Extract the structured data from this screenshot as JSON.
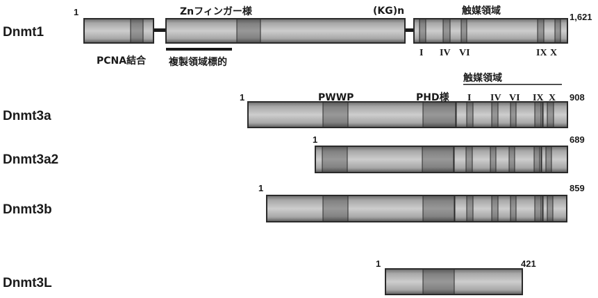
{
  "figure": {
    "proteins": [
      {
        "name": "Dnmt1",
        "start_label": "1",
        "end_label": "1,621",
        "region_labels": {
          "zn_finger": "Znフィンガー様",
          "kg_repeat": "(KG)n",
          "catalytic": "触媒領域",
          "pcna": "PCNA結合",
          "replication_targeting": "複製領域標的"
        },
        "motifs": [
          "I",
          "IV",
          "VI",
          "IX",
          "X"
        ]
      },
      {
        "name": "Dnmt3a",
        "start_label": "1",
        "end_label": "908",
        "region_labels": {
          "pwwp": "PWWP",
          "phd": "PHD様",
          "catalytic": "触媒領域"
        },
        "motifs": [
          "I",
          "IV",
          "VI",
          "IX",
          "X"
        ]
      },
      {
        "name": "Dnmt3a2",
        "start_label": "1",
        "end_label": "689"
      },
      {
        "name": "Dnmt3b",
        "start_label": "1",
        "end_label": "859"
      },
      {
        "name": "Dnmt3L",
        "start_label": "1",
        "end_label": "421"
      }
    ],
    "colors": {
      "light_domain": "#c4c4c4",
      "dark_domain": "#8e8e8e",
      "outline": "#2a2a2a",
      "text": "#1a1a1a"
    }
  }
}
